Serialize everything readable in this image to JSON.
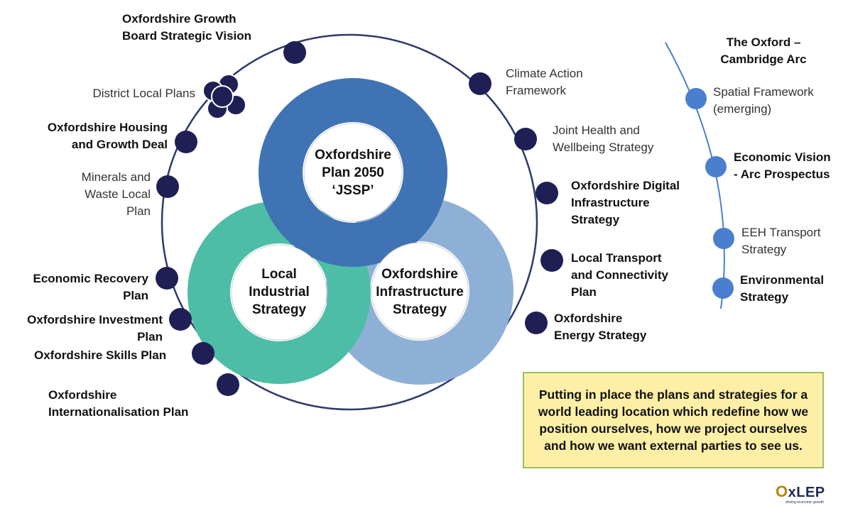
{
  "center": {
    "top": "Oxfordshire\nPlan 2050\n‘JSSP’",
    "left": "Local\nIndustrial\nStrategy",
    "right": "Oxfordshire\nInfrastructure\nStrategy"
  },
  "ring_labels": {
    "growth_board": "Oxfordshire Growth\nBoard Strategic Vision",
    "district_local": "District Local Plans",
    "housing_growth": "Oxfordshire Housing\nand Growth Deal",
    "minerals_waste": "Minerals and\nWaste Local\nPlan",
    "economic_recovery": "Economic Recovery\nPlan",
    "investment_plan": "Oxfordshire Investment\nPlan",
    "skills_plan": "Oxfordshire Skills Plan",
    "internationalisation": "Oxfordshire\nInternationalisation Plan",
    "climate_action": "Climate Action\nFramework",
    "health_wellbeing": "Joint Health and\nWellbeing Strategy",
    "digital_infra": "Oxfordshire Digital\nInfrastructure\nStrategy",
    "local_transport": "Local Transport\nand Connectivity\nPlan",
    "energy_strategy": "Oxfordshire\nEnergy Strategy"
  },
  "arc": {
    "title": "The Oxford –\nCambridge Arc",
    "spatial": "Spatial Framework\n(emerging)",
    "economic_vision": "Economic Vision\n- Arc  Prospectus",
    "eeh_transport": "EEH Transport\nStrategy",
    "environmental": "Environmental\nStrategy"
  },
  "callout": "Putting in place the plans and strategies for a world leading location which redefine how we position ourselves, how we project ourselves and how we want external parties to see us.",
  "logo": {
    "name": "OxLEP",
    "first_letter": "O",
    "rest": "xLEP",
    "tagline": "driving economic growth"
  },
  "colors": {
    "ring_dark_blue": "#3f73b4",
    "ring_teal": "#4dbda6",
    "ring_light_blue": "#8fb0d6",
    "navy_dot": "#1f1f55",
    "arc_dot": "#4a7fd0",
    "circle_line": "#2d3a6b",
    "callout_bg": "#fdf0a6",
    "callout_border": "#9cbf5a"
  }
}
